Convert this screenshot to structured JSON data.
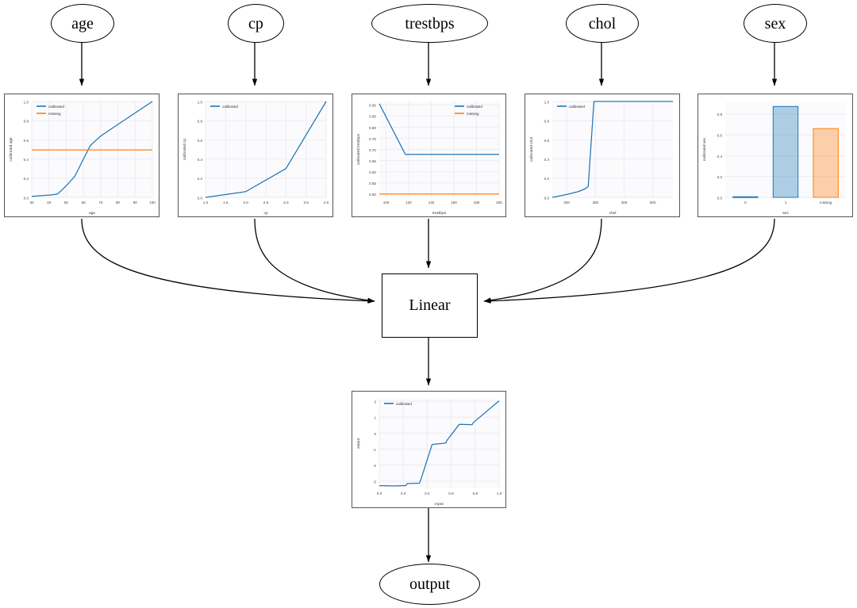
{
  "graph": {
    "input_nodes": [
      {
        "id": "age",
        "label": "age"
      },
      {
        "id": "cp",
        "label": "cp"
      },
      {
        "id": "trestbps",
        "label": "trestbps"
      },
      {
        "id": "chol",
        "label": "chol"
      },
      {
        "id": "sex",
        "label": "sex"
      }
    ],
    "linear_node": {
      "id": "linear",
      "label": "Linear"
    },
    "output_node": {
      "id": "output",
      "label": "output"
    }
  },
  "legend_labels": {
    "calibrated": "calibrated",
    "missing": "missing"
  },
  "colors": {
    "calibrated": "#1f77b4",
    "missing": "#ff7f0e",
    "axis": "#555555",
    "grid": "#eaeaf2",
    "panel_border": "#555555"
  },
  "chart_data": [
    {
      "id": "age",
      "type": "line",
      "title": "",
      "xlabel": "age",
      "ylabel": "calibrated age",
      "xlim": [
        30,
        100
      ],
      "ylim": [
        0.0,
        1.0
      ],
      "xticks": [
        30,
        40,
        50,
        60,
        70,
        80,
        90,
        100
      ],
      "yticks": [
        0.0,
        0.2,
        0.4,
        0.6,
        0.8,
        1.0
      ],
      "grid": true,
      "legend": "upper left",
      "series": [
        {
          "name": "calibrated",
          "color": "#1f77b4",
          "x": [
            30,
            41,
            45,
            50,
            55,
            60,
            64,
            70,
            80,
            90,
            100
          ],
          "y": [
            0.01,
            0.025,
            0.035,
            0.12,
            0.22,
            0.4,
            0.54,
            0.64,
            0.76,
            0.88,
            1.0
          ]
        },
        {
          "name": "missing",
          "color": "#ff7f0e",
          "x": [
            30,
            100
          ],
          "y": [
            0.495,
            0.495
          ]
        }
      ]
    },
    {
      "id": "cp",
      "type": "line",
      "title": "",
      "xlabel": "cp",
      "ylabel": "calibrated cp",
      "xlim": [
        1.0,
        4.0
      ],
      "ylim": [
        0.0,
        1.0
      ],
      "xticks": [
        1.0,
        1.5,
        2.0,
        2.5,
        3.0,
        3.5,
        4.0
      ],
      "yticks": [
        0.0,
        0.2,
        0.4,
        0.6,
        0.8,
        1.0
      ],
      "grid": true,
      "legend": "upper left",
      "series": [
        {
          "name": "calibrated",
          "color": "#1f77b4",
          "x": [
            1.0,
            2.0,
            3.0,
            4.0
          ],
          "y": [
            0.0,
            0.06,
            0.3,
            1.0
          ]
        }
      ]
    },
    {
      "id": "trestbps",
      "type": "line",
      "title": "",
      "xlabel": "trestbps",
      "ylabel": "calibrated trestbps",
      "xlim": [
        94,
        200
      ],
      "ylim": [
        0.485,
        0.915
      ],
      "xticks": [
        100,
        120,
        140,
        160,
        180,
        200
      ],
      "yticks": [
        0.5,
        0.55,
        0.6,
        0.65,
        0.7,
        0.75,
        0.8,
        0.85,
        0.9
      ],
      "grid": true,
      "legend": "upper right",
      "series": [
        {
          "name": "calibrated",
          "color": "#1f77b4",
          "x": [
            94,
            117,
            200
          ],
          "y": [
            0.905,
            0.678,
            0.678
          ]
        },
        {
          "name": "missing",
          "color": "#ff7f0e",
          "x": [
            94,
            200
          ],
          "y": [
            0.5,
            0.5
          ]
        }
      ]
    },
    {
      "id": "chol",
      "type": "line",
      "title": "",
      "xlabel": "chol",
      "ylabel": "calibrated chol",
      "xlim": [
        150,
        570
      ],
      "ylim": [
        0.0,
        1.0
      ],
      "xticks": [
        200,
        300,
        400,
        500
      ],
      "yticks": [
        0.0,
        0.2,
        0.4,
        0.6,
        0.8,
        1.0
      ],
      "grid": true,
      "legend": "upper left",
      "series": [
        {
          "name": "calibrated",
          "color": "#1f77b4",
          "x": [
            150,
            200,
            240,
            265,
            275,
            295,
            400,
            570
          ],
          "y": [
            0.0,
            0.03,
            0.06,
            0.09,
            0.115,
            1.0,
            1.0,
            1.0
          ]
        }
      ]
    },
    {
      "id": "sex",
      "type": "bar",
      "title": "",
      "xlabel": "sex",
      "ylabel": "calibrated sex",
      "ylim": [
        0.0,
        0.92
      ],
      "yticks": [
        0.0,
        0.2,
        0.4,
        0.6,
        0.8
      ],
      "grid": true,
      "legend": "none",
      "categories": [
        "0",
        "1",
        "missing"
      ],
      "values": [
        0.006,
        0.872,
        0.66
      ],
      "bar_colors": [
        "#1f77b4",
        "#1f77b4",
        "#ff7f0e"
      ]
    },
    {
      "id": "output",
      "type": "line",
      "title": "",
      "xlabel": "input",
      "ylabel": "output",
      "xlim": [
        0.0,
        1.0
      ],
      "ylim": [
        -3.45,
        2.15
      ],
      "xticks": [
        0.0,
        0.2,
        0.4,
        0.6,
        0.8,
        1.0
      ],
      "yticks": [
        -3,
        -2,
        -1,
        0,
        1,
        2
      ],
      "grid": true,
      "legend": "upper left",
      "series": [
        {
          "name": "calibrated",
          "color": "#1f77b4",
          "x": [
            0.0,
            0.12,
            0.22,
            0.235,
            0.335,
            0.345,
            0.44,
            0.455,
            0.555,
            0.565,
            0.665,
            0.675,
            0.775,
            0.785,
            1.0
          ],
          "y": [
            -3.28,
            -3.3,
            -3.28,
            -3.15,
            -3.13,
            -2.95,
            -0.72,
            -0.7,
            -0.62,
            -0.45,
            0.53,
            0.55,
            0.53,
            0.66,
            2.02
          ]
        }
      ]
    }
  ]
}
